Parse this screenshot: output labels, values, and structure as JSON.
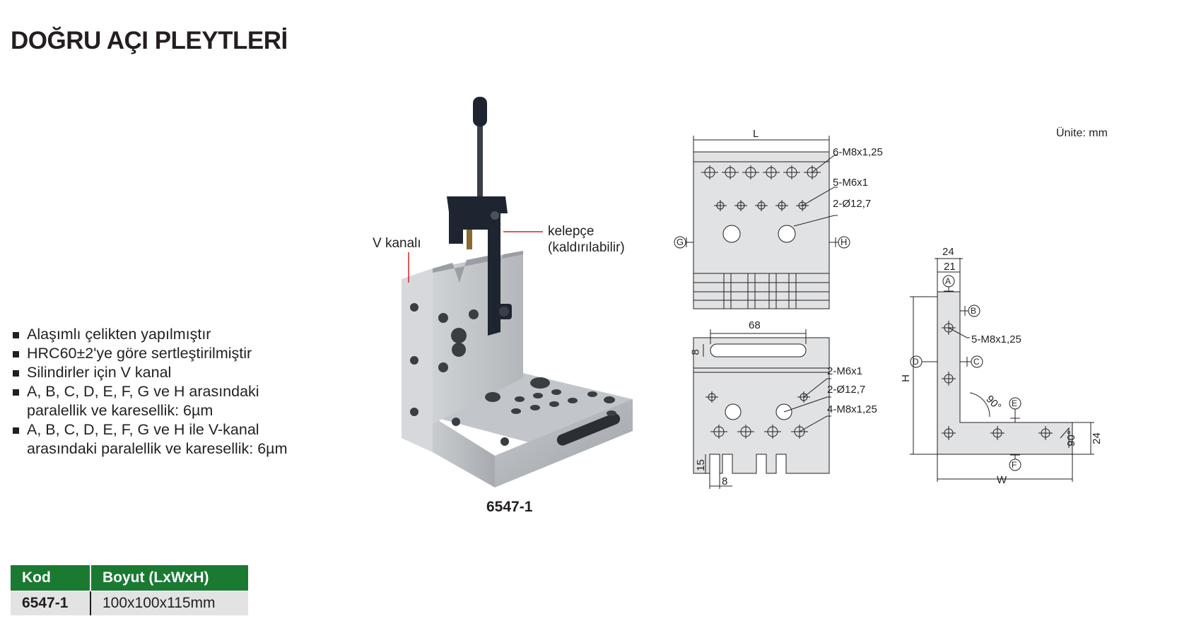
{
  "title": "DOĞRU AÇI PLEYTLERİ",
  "features": [
    "Alaşımlı çelikten yapılmıştır",
    "HRC60±2'ye göre sertleştirilmiştir",
    "Silindirler için V kanal",
    "A, B, C, D, E, F, G ve H arasındaki",
    "paralellik ve karesellik: 6µm",
    "A, B, C, D, E, F, G ve H ile V-kanal",
    "arasındaki paralellik ve karesellik: 6µm"
  ],
  "product": {
    "code_label": "6547-1",
    "callout_v": "V kanalı",
    "callout_clamp_1": "kelepçe",
    "callout_clamp_2": "(kaldırılabilir)"
  },
  "unit": "Ünite: mm",
  "drawing_top": {
    "dim_L": "L",
    "holes_a": "6-M8x1,25",
    "holes_b": "5-M6x1",
    "holes_c": "2-Ø12,7",
    "ref_g": "G",
    "ref_h": "H"
  },
  "drawing_bottom": {
    "dim_68": "68",
    "dim_8_side": "8",
    "holes_a": "2-M6x1",
    "holes_b": "2-Ø12,7",
    "holes_c": "4-M8x1,25",
    "dim_15": "15",
    "dim_8_bottom": "8"
  },
  "drawing_side": {
    "dim_24": "24",
    "dim_21": "21",
    "ref_a": "A",
    "ref_b": "B",
    "ref_c": "C",
    "ref_d": "D",
    "ref_e": "E",
    "ref_f": "F",
    "holes": "5-M8x1,25",
    "dim_H": "H",
    "dim_W": "W",
    "angle_1": "90°",
    "angle_2": "90°",
    "dim_24_right": "24"
  },
  "table": {
    "headers": [
      "Kod",
      "Boyut (LxWxH)"
    ],
    "rows": [
      [
        "6547-1",
        "100x100x115mm"
      ]
    ]
  },
  "colors": {
    "header_green": "#1a7a32",
    "row_gray": "#e3e3e3",
    "steel": "#b9bcc0",
    "clamp": "#1e2530"
  }
}
